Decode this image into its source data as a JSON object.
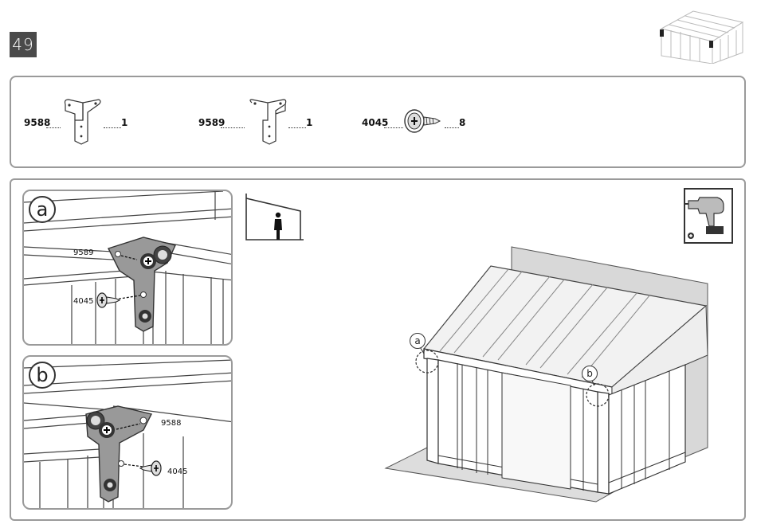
{
  "step": {
    "number": "49"
  },
  "parts": [
    {
      "code": "9588",
      "qty": "1",
      "icon": "corner-bracket-icon"
    },
    {
      "code": "9589",
      "qty": "1",
      "icon": "corner-bracket-icon"
    },
    {
      "code": "4045",
      "qty": "8",
      "icon": "screw-icon"
    }
  ],
  "details": {
    "a": {
      "label": "a",
      "callouts": {
        "bracket": "9589",
        "screw": "4045"
      }
    },
    "b": {
      "label": "b",
      "callouts": {
        "bracket": "9588",
        "screw": "4045"
      }
    }
  },
  "scene": {
    "marker_a": "a",
    "marker_b": "b"
  },
  "icons": {
    "thumbnail": "greenhouse-thumbnail-icon",
    "tool": "power-drill-icon",
    "placement": "wall-mounted-person-icon"
  }
}
